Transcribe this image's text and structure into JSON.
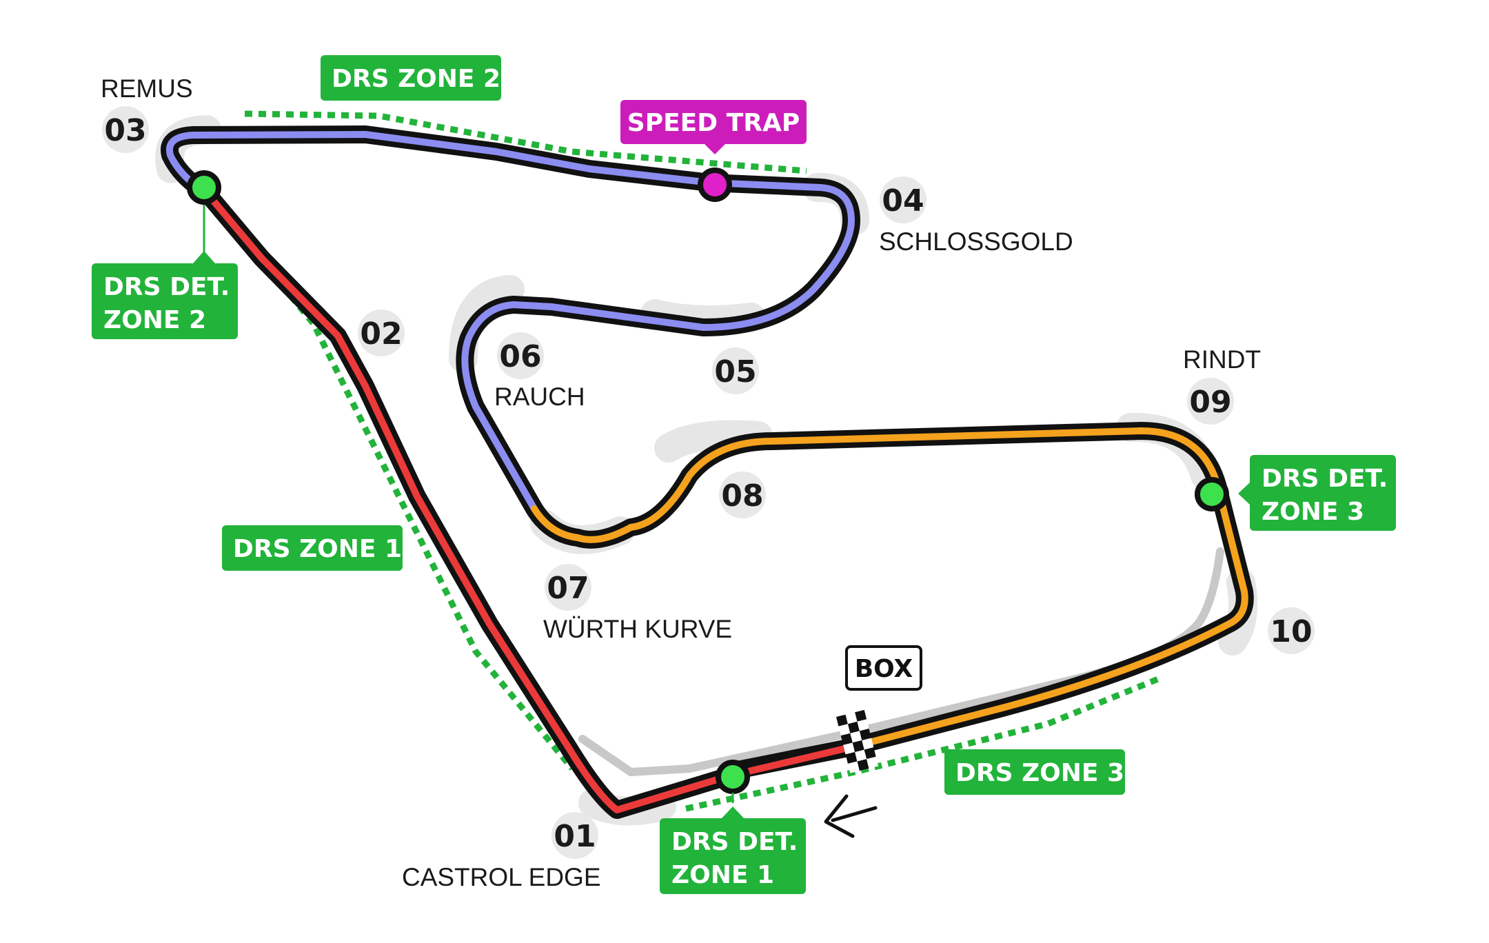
{
  "colors": {
    "track_outline": "#111111",
    "sector_1": "#ec3a3a",
    "sector_2": "#8c8df0",
    "sector_3": "#f5a21e",
    "pit_lane": "#c8c8c8",
    "drs_zone": "#22b33a",
    "drs_detection_dot": "#3de04d",
    "speed_trap": "#cc1dbb",
    "corner_badge": "#e8e8e8"
  },
  "corners": [
    {
      "number": "01",
      "name": "CASTROL EDGE"
    },
    {
      "number": "02",
      "name": ""
    },
    {
      "number": "03",
      "name": "REMUS"
    },
    {
      "number": "04",
      "name": "SCHLOSSGOLD"
    },
    {
      "number": "05",
      "name": ""
    },
    {
      "number": "06",
      "name": "RAUCH"
    },
    {
      "number": "07",
      "name": "WÜRTH KURVE"
    },
    {
      "number": "08",
      "name": ""
    },
    {
      "number": "09",
      "name": "RINDT"
    },
    {
      "number": "10",
      "name": ""
    }
  ],
  "drs_zones": [
    {
      "label": "DRS ZONE 1"
    },
    {
      "label": "DRS ZONE 2"
    },
    {
      "label": "DRS ZONE 3"
    }
  ],
  "drs_detection": [
    {
      "line1": "DRS DET.",
      "line2": "ZONE 1"
    },
    {
      "line1": "DRS DET.",
      "line2": "ZONE 2"
    },
    {
      "line1": "DRS DET.",
      "line2": "ZONE 3"
    }
  ],
  "speed_trap_label": "SPEED TRAP",
  "pit_box_label": "BOX",
  "direction_icon": "arrow-left-icon",
  "start_finish_icon": "checkered-flag-icon"
}
